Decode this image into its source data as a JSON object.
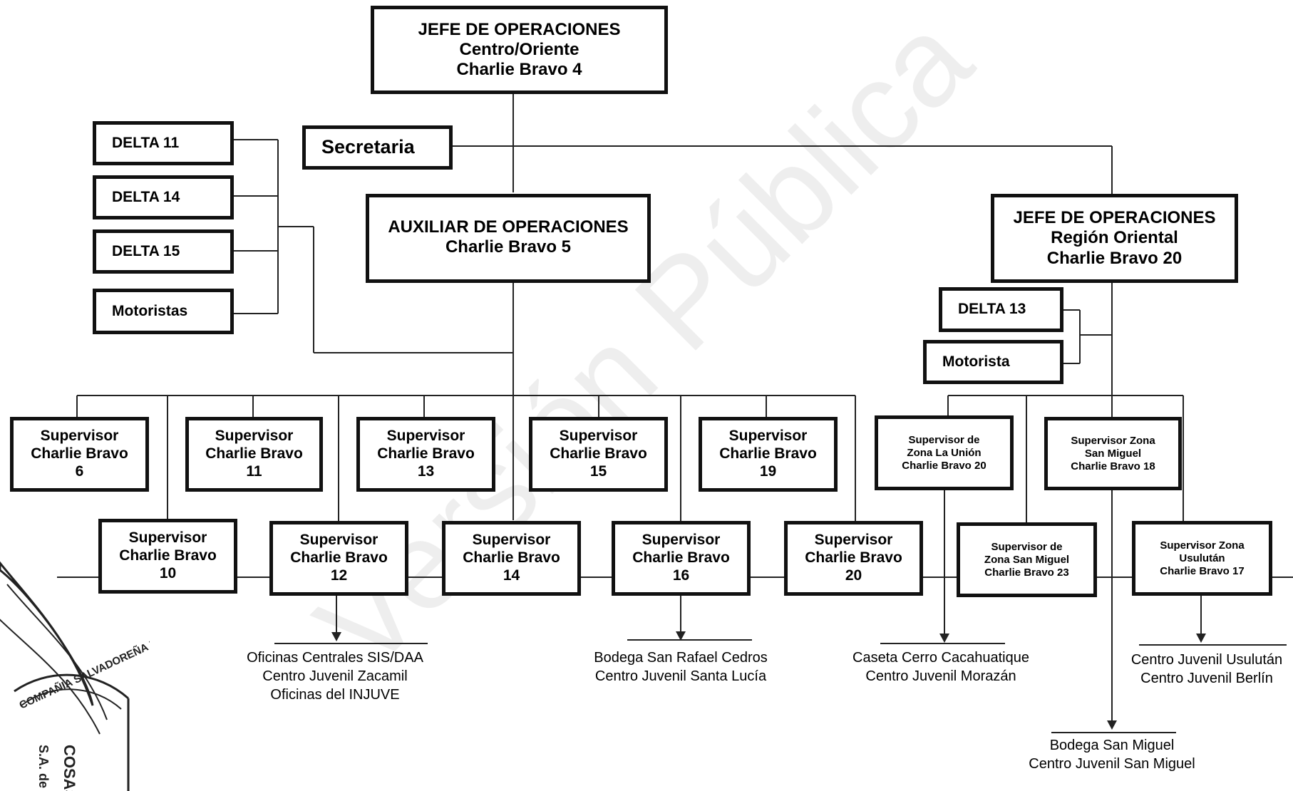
{
  "chief_centro": [
    "JEFE DE OPERACIONES",
    "Centro/Oriente",
    "Charlie Bravo 4"
  ],
  "secretaria": "Secretaria",
  "auxiliar": [
    "AUXILIAR DE OPERACIONES",
    "Charlie Bravo 5"
  ],
  "chief_oriental": [
    "JEFE DE OPERACIONES",
    "Región Oriental",
    "Charlie Bravo 20"
  ],
  "delta": {
    "d11": "DELTA 11",
    "d14": "DELTA 14",
    "d15": "DELTA 15",
    "motoristas": "Motoristas",
    "d13": "DELTA 13",
    "motorista": "Motorista"
  },
  "supervisors": {
    "s6": [
      "Supervisor",
      "Charlie Bravo",
      "6"
    ],
    "s10": [
      "Supervisor",
      "Charlie Bravo",
      "10"
    ],
    "s11": [
      "Supervisor",
      "Charlie Bravo",
      "11"
    ],
    "s12": [
      "Supervisor",
      "Charlie Bravo",
      "12"
    ],
    "s13": [
      "Supervisor",
      "Charlie Bravo",
      "13"
    ],
    "s14": [
      "Supervisor",
      "Charlie Bravo",
      "14"
    ],
    "s15": [
      "Supervisor",
      "Charlie Bravo",
      "15"
    ],
    "s16": [
      "Supervisor",
      "Charlie Bravo",
      "16"
    ],
    "s19": [
      "Supervisor",
      "Charlie Bravo",
      "19"
    ],
    "s20": [
      "Supervisor",
      "Charlie Bravo",
      "20"
    ]
  },
  "zones": {
    "la_union": [
      "Supervisor de",
      "Zona La Unión",
      "Charlie Bravo 20"
    ],
    "san_miguel": [
      "Supervisor Zona",
      "San Miguel",
      "Charlie Bravo 18"
    ],
    "san_miguel_23": [
      "Supervisor de",
      "Zona San Miguel",
      "Charlie Bravo 23"
    ],
    "usulutan": [
      "Supervisor Zona",
      "Usulután",
      "Charlie Bravo 17"
    ]
  },
  "locations": {
    "cb12": [
      "Oficinas Centrales SIS/DAA",
      "Centro Juvenil Zacamil",
      "Oficinas del INJUVE"
    ],
    "cb16": [
      "Bodega San Rafael Cedros",
      "Centro Juvenil Santa Lucía"
    ],
    "cb20": [
      "Caseta Cerro Cacahuatique",
      "Centro Juvenil Morazán"
    ],
    "cb17": [
      "Centro Juvenil Usulután",
      "Centro Juvenil Berlín"
    ],
    "cb18": [
      "Bodega San Miguel",
      "Centro Juvenil San Miguel"
    ]
  },
  "watermark": "Versión Pública",
  "seal": [
    "COMPAÑIA SALVADOREÑA DE",
    "S.A. de C.V.",
    "COSAS"
  ]
}
